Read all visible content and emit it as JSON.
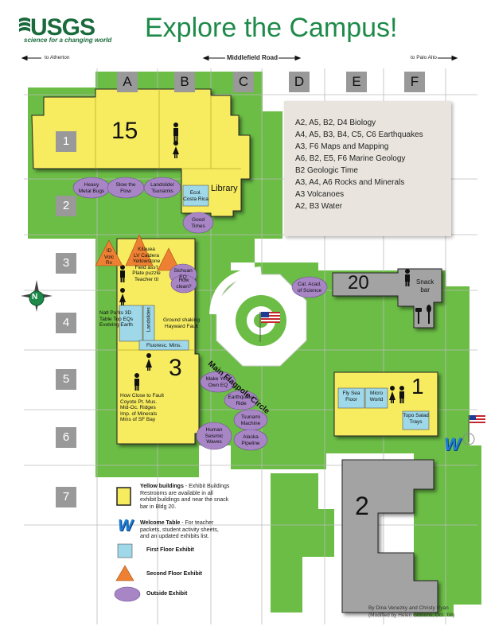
{
  "header": {
    "logo_text": "USGS",
    "logo_tagline": "science for a changing world",
    "title": "Explore the Campus!"
  },
  "roads": {
    "left": "to Atherton",
    "main": "Middlefield Road",
    "right": "to Palo Alto"
  },
  "grid": {
    "columns": [
      "A",
      "B",
      "C",
      "D",
      "E",
      "F"
    ],
    "rows": [
      "1",
      "2",
      "3",
      "4",
      "5",
      "6",
      "7"
    ]
  },
  "topic_legend": [
    "A2, A5, B2, D4  Biology",
    "A4, A5, B3, B4, C5, C6  Earthquakes",
    "A3, F6  Maps and Mapping",
    "A6, B2, E5, F6  Marine Geology",
    "B2  Geologic Time",
    "A3, A4, A6  Rocks and Minerals",
    "A3  Volcanoes",
    "A2, B3  Water"
  ],
  "buildings": {
    "b15": "15",
    "b3": "3",
    "b20": "20",
    "b1": "1",
    "b2": "2",
    "library": "Library",
    "snack_bar": "Snack\nbar",
    "flagpole_circle": "Main Flagpole Circle"
  },
  "outside_exhibits": {
    "heavy_metal_bugs": "Heavy\nMetal Bugs",
    "slow_the_flow": "Slow the\nFlow",
    "landslide_tsunamis": "Landslide/\nTsunamis",
    "good_times": "Good\nTimes",
    "sichuan_eq": "Sichuan\nEQ",
    "how_clean": "How\nclean?",
    "cal_academy": "Cal. Acad.\nof Science",
    "make_your_own_eq": "Make Your\nOwn EQ",
    "earthquake_ride": "Earthquake\nRide",
    "tsunami_machine": "Tsunami\nMachine",
    "human_seismic_waves": "Human\nSeismic\nWaves",
    "alaska_pipeline": "Alaska\nPipeline"
  },
  "first_floor_exhibits": {
    "ecol_costa_rica": "Ecol.\nCosta Rica",
    "landslides": "Landslides",
    "fluoresc_mins": "Fluoresc. Mins.",
    "fly_sea_floor": "Fly Sea\nFloor",
    "micro_world": "Micro\nWorld",
    "topo_salad_trays": "Topo Salad\nTrays"
  },
  "building3_exhibits": {
    "id_volc_rx": "ID\nVolc\nRx",
    "kilauea_block": "Kilauea\nLV Caldera\nYellowstone\nField ass't\nPlate puzzle\nTeacher ttl",
    "natparks_block": "Natl Parks 3D\nTable Top EQs\nEvolving Earth",
    "ground_shaking": "Ground shaking\nHayward Fault",
    "how_close_block": "How Close to Fault\nCoyote Pt. Mus.\nMid-Oc. Ridges\nImp. of Minerals\nMins of SF Bay"
  },
  "map_key": {
    "yellow_title": "Yellow buildings",
    "yellow_text": " - Exhibit Buildings\nRestrooms are available in all\nexhibit buildings and near the snack\nbar in Bldg 20.",
    "welcome_title": "Welcome Table",
    "welcome_text": " - For teacher\npackets, student activity sheets,\nand an updated exhibits list.",
    "first_floor": "First Floor Exhibit",
    "second_floor": "Second Floor Exhibit",
    "outside": "Outside Exhibit",
    "welcome_glyph": "W"
  },
  "compass": {
    "north": "N"
  },
  "credit": {
    "line1": "By Dina Venezky and Christy Ryan",
    "line2": "(Modified by Helen Gibbons, Oct. '08)"
  },
  "colors": {
    "green": "#6bbd45",
    "yellow": "#f7ec5e",
    "gray_building": "#a3a3a3",
    "purple_exhibit": "#a886c6",
    "blue_exhibit": "#9fd8e8",
    "orange_exhibit": "#ee8033",
    "title_green": "#1e8a4a",
    "welcome_blue": "#1f7fd6"
  }
}
